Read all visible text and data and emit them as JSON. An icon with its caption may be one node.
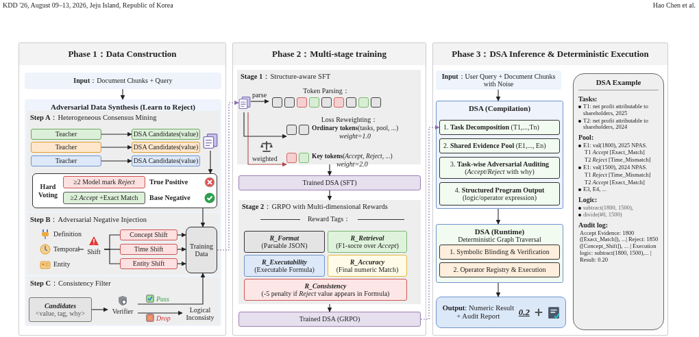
{
  "diagram": {
    "nodes": [
      {
        "text": [
          "Phase 1：Data Construction"
        ]
      },
      {
        "text": [
          "**Input**：Document Chunks + Query"
        ],
        "in": 0
      },
      {
        "text": [
          "Adversarial Data Synthesis (Learn to Reject)"
        ],
        "in": 0
      },
      {
        "text": [
          "**Step A**：Heterogeneous Consensus Mining"
        ],
        "in": 2
      },
      {
        "text": [
          "Teacher"
        ],
        "in": 3
      },
      {
        "text": [
          "DSA Candidates(value)"
        ],
        "in": 3
      },
      {
        "text": [
          "Teacher"
        ],
        "in": 3
      },
      {
        "text": [
          "DSA Candidates(value)"
        ],
        "in": 3
      },
      {
        "text": [
          "Teacher"
        ],
        "in": 3
      },
      {
        "text": [
          "DSA Candidates(value)"
        ],
        "in": 3
      },
      {
        "text": [],
        "shape": "document",
        "in": 3
      },
      {
        "text": [
          "Hard Voting"
        ],
        "in": 3
      },
      {
        "text": [
          "≥2 Model mark *Reject*"
        ],
        "in": 11
      },
      {
        "text": [
          "True Positive"
        ],
        "in": 11
      },
      {
        "text": [
          "≥2 *Accept* +Exact Match"
        ],
        "in": 11
      },
      {
        "text": [
          "Base Negative"
        ],
        "in": 11
      },
      {
        "text": [
          "**Step B**：Adversarial Negative Injection"
        ],
        "in": 2
      },
      {
        "text": [
          "Definition"
        ],
        "in": 16
      },
      {
        "text": [
          "Temporal"
        ],
        "in": 16
      },
      {
        "text": [
          "Entity"
        ],
        "in": 16
      },
      {
        "text": [
          "Shift"
        ],
        "in": 16
      },
      {
        "text": [
          "Concept Shift"
        ],
        "in": 16
      },
      {
        "text": [
          "Time Shift"
        ],
        "in": 16
      },
      {
        "text": [
          "Entity Shift"
        ],
        "in": 16
      },
      {
        "text": [
          "Training Data"
        ],
        "in": 16
      },
      {
        "text": [
          "**Step C**：Consistency Filter"
        ],
        "in": 2
      },
      {
        "text": [
          "Candidates",
          "<value, tag, why>"
        ],
        "in": 25
      },
      {
        "text": [
          "Verifier"
        ],
        "in": 25
      },
      {
        "text": [
          "Logical Inconsisty"
        ],
        "in": 25
      },
      {
        "text": [
          "Phase 2：Multi-stage training"
        ]
      },
      {
        "text": [
          "**Stage 1**：Structure-aware SFT"
        ],
        "in": 29
      },
      {
        "text": [],
        "shape": "document",
        "in": 30
      },
      {
        "text": [
          "Token Parsing："
        ],
        "in": 30
      },
      {
        "text": [
          "**Ordinary tokens**(tasks, pool, ...)",
          "weight=1.0"
        ],
        "in": 30
      },
      {
        "text": [
          "**Key tokens**(*Accept*, *Reject*, ...)",
          "weight=2.0"
        ],
        "in": 30
      },
      {
        "text": [
          "Trained DSA (SFT)"
        ],
        "in": 29
      },
      {
        "text": [
          "**Stage 2**：GRPO with Multi-dimensional Rewards"
        ],
        "in": 29
      },
      {
        "text": [
          "R_Format",
          "(Parsable JSON)"
        ],
        "in": 36
      },
      {
        "text": [
          "R_Retrieval",
          "(F1-socre over *Accept*)"
        ],
        "in": 36
      },
      {
        "text": [
          "R_Executability",
          "(Executable Formula)"
        ],
        "in": 36
      },
      {
        "text": [
          "R_Accuracy",
          "(Final numeric Match)"
        ],
        "in": 36
      },
      {
        "text": [
          "R_Consistency",
          "(-5 penalty if *Reject* value appears in Formula)"
        ],
        "in": 36
      },
      {
        "text": [
          "Trained DSA (GRPO)"
        ],
        "in": 29
      },
      {
        "text": [
          "Phase 3：DSA Inference & Deterministic Execution"
        ]
      },
      {
        "text": [
          "**Input**：User Query + Document Chunks with Noise"
        ],
        "in": 43
      },
      {
        "text": [
          "DSA (Compilation)"
        ],
        "in": 43
      },
      {
        "text": [
          "1. **Task Decomposition** (T1,...,Tn)"
        ],
        "in": 45
      },
      {
        "text": [
          "2. **Shared Evidence Pool** (E1,..., En)"
        ],
        "in": 45
      },
      {
        "text": [
          "3. **Task-wise Adversarial Auditing** (*Accept*/*Reject* with why)"
        ],
        "in": 45
      },
      {
        "text": [
          "4. **Structured Program Output** (logic/operator expression)"
        ],
        "in": 45
      },
      {
        "text": [
          "DSA (Runtime)",
          "Deterministic Graph Traversal"
        ],
        "in": 43
      },
      {
        "text": [
          "1. Symbolic Blinding & Verification"
        ],
        "in": 50
      },
      {
        "text": [
          "2. Operator Registry & Execution"
        ],
        "in": 50
      },
      {
        "text": [
          "**Output**: Numeric Result + Audit Report",
          "0.2"
        ],
        "in": 43
      },
      {
        "text": [
          "DSA Example",
          "Tasks:",
          "T1: net profit attributable to shareholders, 2025",
          "T2: net profit attributable to shareholders, 2024",
          "Pool:",
          "E1: val(1800), 2025 NPAS.",
          "T1 *Accept* [Exact_Match]",
          "T2 *Reject* [Time_Mismatch]",
          "E1: val(1500), 2024 NPAS.",
          "T1 *Reject* [Time_Mismatch]",
          "T2 *Accept* [Exact_Match]",
          "E3, E4, ...",
          "Logic:",
          "subtract(1800, 1500),",
          "divide(#0, 1500)",
          "Audit log:",
          "Accept Evidence: 1800 ([Exact_Match]), ...| Reject: 1850 ([Concept_Shift]), ... | Execution logic: subtract(1800, 1500),... | Result: 0.20"
        ],
        "in": 43
      }
    ],
    "edges": [
      {
        "from": 1,
        "to": 2,
        "arrow": "to"
      },
      {
        "from": 4,
        "to": 5,
        "arrow": "to"
      },
      {
        "from": 6,
        "to": 7,
        "arrow": "to"
      },
      {
        "from": 8,
        "to": 9,
        "arrow": "to"
      },
      {
        "from": 10,
        "to": 11,
        "arrow": "to"
      },
      {
        "from": 11,
        "to": 24,
        "arrow": "to"
      },
      {
        "from": 18,
        "to": 20,
        "arrow": "none"
      },
      {
        "from": 20,
        "to": 21,
        "arrow": "none"
      },
      {
        "from": 20,
        "to": 22,
        "arrow": "none"
      },
      {
        "from": 20,
        "to": 23,
        "arrow": "none"
      },
      {
        "from": 21,
        "to": 24,
        "arrow": "to"
      },
      {
        "from": 22,
        "to": 24,
        "arrow": "to"
      },
      {
        "from": 23,
        "to": 24,
        "arrow": "to"
      },
      {
        "from": 26,
        "to": 27,
        "arrow": "to"
      },
      {
        "from": 27,
        "to": 24,
        "arrow": "to",
        "label": "Pass"
      },
      {
        "from": 27,
        "to": 28,
        "arrow": "to",
        "label": "Drop"
      },
      {
        "from": 24,
        "to": 31,
        "arrow": "to",
        "style": "dashed",
        "color": "#8e6fa8"
      },
      {
        "from": 31,
        "to": 32,
        "arrow": "to",
        "label": "parse"
      },
      {
        "from": 31,
        "to": 33,
        "arrow": "to"
      },
      {
        "from": 31,
        "to": 34,
        "arrow": "to",
        "label": "weighted",
        "color": "#b04a4a"
      },
      {
        "from": 30,
        "to": 35,
        "arrow": "to"
      },
      {
        "from": 35,
        "to": 36,
        "arrow": "to"
      },
      {
        "from": 36,
        "to": 42,
        "arrow": "to"
      },
      {
        "from": 42,
        "to": 46,
        "arrow": "to",
        "style": "dashed",
        "color": "#8e6fa8"
      },
      {
        "from": 44,
        "to": 45,
        "arrow": "to"
      },
      {
        "from": 45,
        "to": 50,
        "arrow": "to"
      },
      {
        "from": 50,
        "to": 53,
        "arrow": "to"
      }
    ],
    "labels": [
      "KDD '26, August 09–13, 2026, Jeju Island, Republic of Korea",
      "Hao Chen et al.",
      "Loss Reweighting：",
      "Reward Tags："
    ]
  }
}
